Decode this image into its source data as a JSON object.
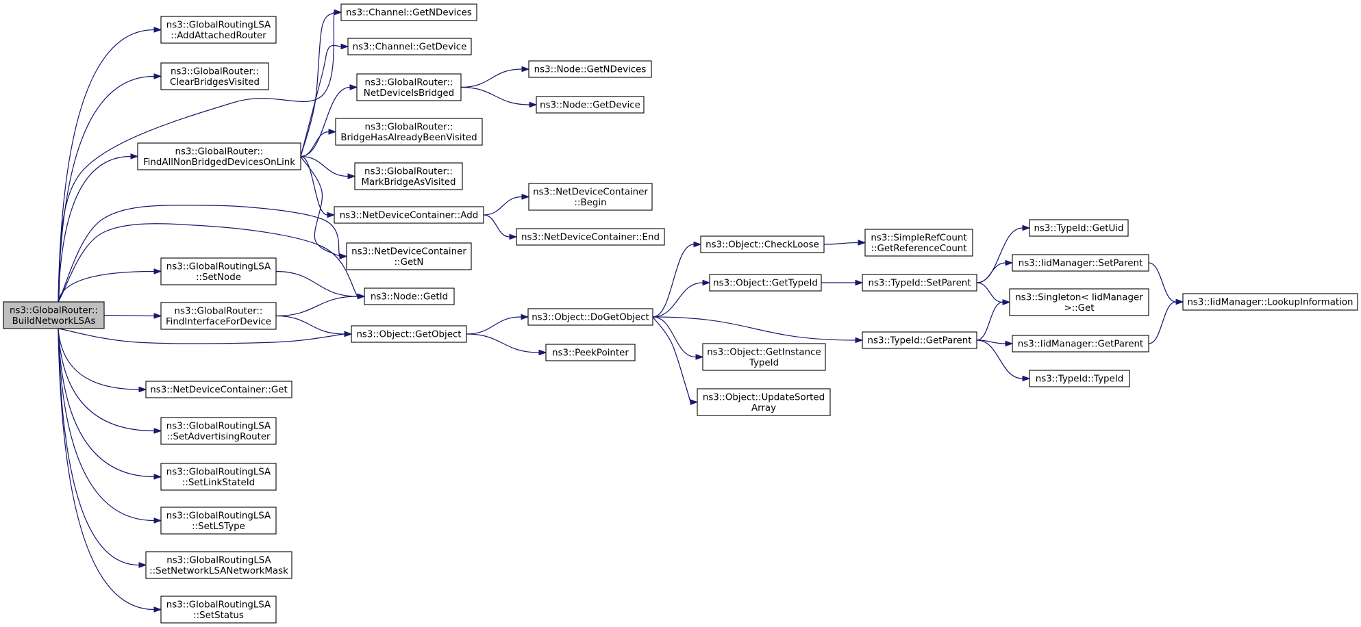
{
  "diagram": {
    "nodes": [
      {
        "id": "root",
        "lines": [
          "ns3::GlobalRouter::",
          "BuildNetworkLSAs"
        ],
        "root": true
      },
      {
        "id": "addAttachedRouter",
        "lines": [
          "ns3::GlobalRoutingLSA",
          "::AddAttachedRouter"
        ]
      },
      {
        "id": "clearBridges",
        "lines": [
          "ns3::GlobalRouter::",
          "ClearBridgesVisited"
        ]
      },
      {
        "id": "findAllNonBridged",
        "lines": [
          "ns3::GlobalRouter::",
          "FindAllNonBridgedDevicesOnLink"
        ]
      },
      {
        "id": "setNode",
        "lines": [
          "ns3::GlobalRoutingLSA",
          "::SetNode"
        ]
      },
      {
        "id": "findInterface",
        "lines": [
          "ns3::GlobalRouter::",
          "FindInterfaceForDevice"
        ]
      },
      {
        "id": "ndcGet",
        "lines": [
          "ns3::NetDeviceContainer::Get"
        ]
      },
      {
        "id": "setAdvRouter",
        "lines": [
          "ns3::GlobalRoutingLSA",
          "::SetAdvertisingRouter"
        ]
      },
      {
        "id": "setLinkStateId",
        "lines": [
          "ns3::GlobalRoutingLSA",
          "::SetLinkStateId"
        ]
      },
      {
        "id": "setLSType",
        "lines": [
          "ns3::GlobalRoutingLSA",
          "::SetLSType"
        ]
      },
      {
        "id": "setNetMask",
        "lines": [
          "ns3::GlobalRoutingLSA",
          "::SetNetworkLSANetworkMask"
        ]
      },
      {
        "id": "setStatus",
        "lines": [
          "ns3::GlobalRoutingLSA",
          "::SetStatus"
        ]
      },
      {
        "id": "chGetNDevices",
        "lines": [
          "ns3::Channel::GetNDevices"
        ]
      },
      {
        "id": "chGetDevice",
        "lines": [
          "ns3::Channel::GetDevice"
        ]
      },
      {
        "id": "netDevIsBridged",
        "lines": [
          "ns3::GlobalRouter::",
          "NetDeviceIsBridged"
        ]
      },
      {
        "id": "bridgeVisited",
        "lines": [
          "ns3::GlobalRouter::",
          "BridgeHasAlreadyBeenVisited"
        ]
      },
      {
        "id": "markBridge",
        "lines": [
          "ns3::GlobalRouter::",
          "MarkBridgeAsVisited"
        ]
      },
      {
        "id": "ndcAdd",
        "lines": [
          "ns3::NetDeviceContainer::Add"
        ]
      },
      {
        "id": "ndcGetN",
        "lines": [
          "ns3::NetDeviceContainer",
          "::GetN"
        ]
      },
      {
        "id": "nodeGetId",
        "lines": [
          "ns3::Node::GetId"
        ]
      },
      {
        "id": "objGetObject",
        "lines": [
          "ns3::Object::GetObject"
        ]
      },
      {
        "id": "nodeGetNDevices",
        "lines": [
          "ns3::Node::GetNDevices"
        ]
      },
      {
        "id": "nodeGetDevice",
        "lines": [
          "ns3::Node::GetDevice"
        ]
      },
      {
        "id": "ndcBegin",
        "lines": [
          "ns3::NetDeviceContainer",
          "::Begin"
        ]
      },
      {
        "id": "ndcEnd",
        "lines": [
          "ns3::NetDeviceContainer::End"
        ]
      },
      {
        "id": "doGetObject",
        "lines": [
          "ns3::Object::DoGetObject"
        ]
      },
      {
        "id": "peekPointer",
        "lines": [
          "ns3::PeekPointer"
        ]
      },
      {
        "id": "checkLoose",
        "lines": [
          "ns3::Object::CheckLoose"
        ]
      },
      {
        "id": "objGetTypeId",
        "lines": [
          "ns3::Object::GetTypeId"
        ]
      },
      {
        "id": "getInstanceTypeId",
        "lines": [
          "ns3::Object::GetInstance",
          "TypeId"
        ]
      },
      {
        "id": "updateSorted",
        "lines": [
          "ns3::Object::UpdateSorted",
          "Array"
        ]
      },
      {
        "id": "getRefCount",
        "lines": [
          "ns3::SimpleRefCount",
          "::GetReferenceCount"
        ]
      },
      {
        "id": "typeSetParent",
        "lines": [
          "ns3::TypeId::SetParent"
        ]
      },
      {
        "id": "typeGetParent",
        "lines": [
          "ns3::TypeId::GetParent"
        ]
      },
      {
        "id": "typeGetUid",
        "lines": [
          "ns3::TypeId::GetUid"
        ]
      },
      {
        "id": "iidSetParent",
        "lines": [
          "ns3::IidManager::SetParent"
        ]
      },
      {
        "id": "singletonGet",
        "lines": [
          "ns3::Singleton< IidManager",
          " >::Get"
        ]
      },
      {
        "id": "iidGetParent",
        "lines": [
          "ns3::IidManager::GetParent"
        ]
      },
      {
        "id": "typeIdCtor",
        "lines": [
          "ns3::TypeId::TypeId"
        ]
      },
      {
        "id": "lookupInfo",
        "lines": [
          "ns3::IidManager::LookupInformation"
        ]
      }
    ],
    "edges": [
      [
        "root",
        "addAttachedRouter"
      ],
      [
        "root",
        "clearBridges"
      ],
      [
        "root",
        "chGetNDevices"
      ],
      [
        "root",
        "findAllNonBridged"
      ],
      [
        "root",
        "ndcGetN"
      ],
      [
        "root",
        "nodeGetId"
      ],
      [
        "root",
        "setNode"
      ],
      [
        "root",
        "findInterface"
      ],
      [
        "root",
        "objGetObject"
      ],
      [
        "root",
        "ndcGet"
      ],
      [
        "root",
        "setAdvRouter"
      ],
      [
        "root",
        "setLinkStateId"
      ],
      [
        "root",
        "setLSType"
      ],
      [
        "root",
        "setNetMask"
      ],
      [
        "root",
        "setStatus"
      ],
      [
        "findAllNonBridged",
        "chGetNDevices"
      ],
      [
        "findAllNonBridged",
        "chGetDevice"
      ],
      [
        "findAllNonBridged",
        "netDevIsBridged"
      ],
      [
        "findAllNonBridged",
        "bridgeVisited"
      ],
      [
        "findAllNonBridged",
        "markBridge"
      ],
      [
        "findAllNonBridged",
        "ndcAdd"
      ],
      [
        "findAllNonBridged",
        "ndcGetN"
      ],
      [
        "netDevIsBridged",
        "nodeGetNDevices"
      ],
      [
        "netDevIsBridged",
        "nodeGetDevice"
      ],
      [
        "ndcAdd",
        "ndcBegin"
      ],
      [
        "ndcAdd",
        "ndcEnd"
      ],
      [
        "setNode",
        "nodeGetId"
      ],
      [
        "findInterface",
        "nodeGetId"
      ],
      [
        "findInterface",
        "objGetObject"
      ],
      [
        "objGetObject",
        "doGetObject"
      ],
      [
        "objGetObject",
        "peekPointer"
      ],
      [
        "doGetObject",
        "checkLoose"
      ],
      [
        "doGetObject",
        "objGetTypeId"
      ],
      [
        "doGetObject",
        "getInstanceTypeId"
      ],
      [
        "doGetObject",
        "updateSorted"
      ],
      [
        "doGetObject",
        "typeGetParent"
      ],
      [
        "checkLoose",
        "getRefCount"
      ],
      [
        "objGetTypeId",
        "typeSetParent"
      ],
      [
        "typeSetParent",
        "typeGetUid"
      ],
      [
        "typeSetParent",
        "iidSetParent"
      ],
      [
        "typeSetParent",
        "singletonGet"
      ],
      [
        "typeGetParent",
        "singletonGet"
      ],
      [
        "typeGetParent",
        "iidGetParent"
      ],
      [
        "typeGetParent",
        "typeIdCtor"
      ],
      [
        "iidSetParent",
        "lookupInfo"
      ],
      [
        "iidGetParent",
        "lookupInfo"
      ]
    ]
  }
}
